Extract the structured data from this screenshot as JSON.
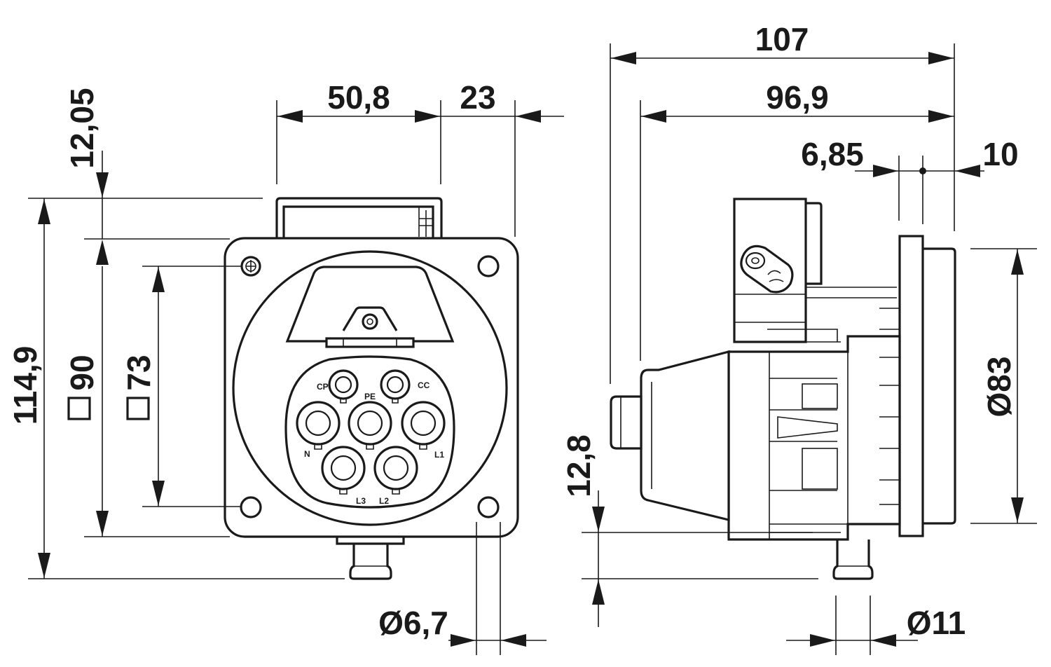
{
  "front_view": {
    "dimensions": {
      "width_50_8": "50,8",
      "offset_23": "23",
      "top_12_05": "12,05",
      "height_114_9": "114,9",
      "square_90": "90",
      "square_73": "73",
      "hole_6_7": "Ø6,7"
    },
    "pins": {
      "cp": "CP",
      "cc": "CC",
      "pe": "PE",
      "n": "N",
      "l1": "L1",
      "l2": "L2",
      "l3": "L3"
    }
  },
  "side_view": {
    "dimensions": {
      "total_107": "107",
      "depth_96_9": "96,9",
      "flange_6_85": "6,85",
      "cover_10": "10",
      "diameter_83": "Ø83",
      "drain_12_8": "12,8",
      "drain_dia_11": "Ø11"
    }
  }
}
